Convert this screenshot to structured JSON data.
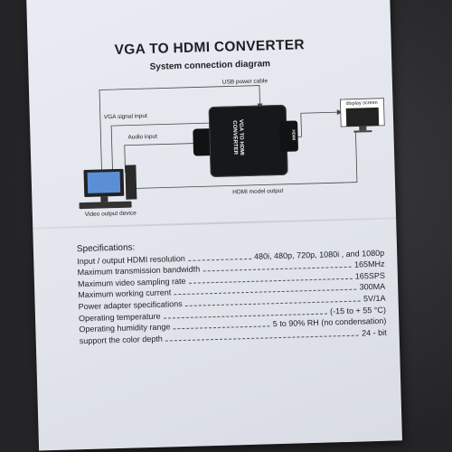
{
  "document": {
    "title": "VGA TO HDMI CONVERTER",
    "subtitle": "System connection diagram"
  },
  "diagram": {
    "usb_power_cable": "USB power cable",
    "vga_signal_input": "VGA signal input",
    "audio_input": "Audio input",
    "display_screen": "display screen",
    "hdmi_output": "HDMI model output",
    "video_output_device": "Video output device",
    "converter_line1": "VGA TO HDMI",
    "converter_line2": "CONVERTER",
    "hdmi_badge": "HDMI"
  },
  "specifications": {
    "heading": "Specifications:",
    "rows": [
      {
        "label": "Input / output HDMI resolution",
        "value": "480i, 480p, 720p, 1080i , and 1080p"
      },
      {
        "label": "Maximum transmission bandwidth",
        "value": "165MHz"
      },
      {
        "label": "Maximum video sampling rate",
        "value": "165SPS"
      },
      {
        "label": "Maximum working current",
        "value": "300MA"
      },
      {
        "label": "Power adapter specifications",
        "value": "5V/1A"
      },
      {
        "label": "Operating temperature",
        "value": "(-15 to + 55 °C)"
      },
      {
        "label": "Operating humidity range",
        "value": "5 to 90% RH (no condensation)"
      },
      {
        "label": "support the color depth",
        "value": "24 - bit"
      }
    ]
  },
  "colors": {
    "paper": "#e6e9ef",
    "ink": "#1e1f24",
    "background": "#2b2b2d"
  }
}
